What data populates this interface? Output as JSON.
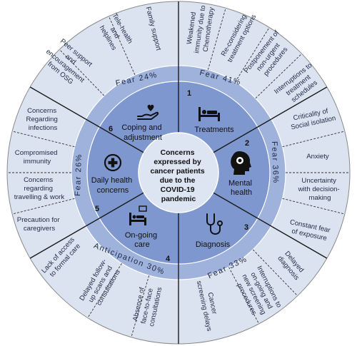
{
  "center": {
    "lines": [
      "Concerns",
      "expressed by",
      "cancer patients",
      "due to the",
      "COVID-19",
      "pandemic"
    ]
  },
  "themes": [
    {
      "number": "1",
      "lines": [
        "Treatments"
      ],
      "fear": "Fear 41%",
      "icon": "hospital-bed-icon"
    },
    {
      "number": "2",
      "lines": [
        "Mental",
        "health"
      ],
      "fear": "Fear 36%",
      "icon": "head-virus-icon"
    },
    {
      "number": "3",
      "lines": [
        "Diagnosis"
      ],
      "fear": "Fear 33%",
      "icon": "stethoscope-icon"
    },
    {
      "number": "4",
      "lines": [
        "On-going",
        "care"
      ],
      "fear": "Anticipation 30%",
      "icon": "hospital-bed-monitor-icon"
    },
    {
      "number": "5",
      "lines": [
        "Daily health",
        "concerns"
      ],
      "fear": "Fear 26%",
      "icon": "medical-cross-icon"
    },
    {
      "number": "6",
      "lines": [
        "Coping and",
        "adjustment"
      ],
      "fear": "Fear 24%",
      "icon": "caring-hand-icon"
    }
  ],
  "outer_items": [
    {
      "name": "weakened-immunity",
      "lines": [
        "Weakened",
        "immunity due to",
        "Chemotherapy"
      ]
    },
    {
      "name": "reconsidering-treatment",
      "lines": [
        "Re-considering",
        "treatment options"
      ]
    },
    {
      "name": "postponement",
      "lines": [
        "Postponement of",
        "non-urgent",
        "procedures"
      ]
    },
    {
      "name": "interruptions-treatment",
      "lines": [
        "Interruptions to",
        "treatment",
        "schedules"
      ]
    },
    {
      "name": "social-isolation",
      "lines": [
        "Criticality of",
        "Social isolation"
      ]
    },
    {
      "name": "anxiety",
      "lines": [
        "Anxiety"
      ]
    },
    {
      "name": "uncertainty",
      "lines": [
        "Uncertainty",
        "with decision-",
        "making"
      ]
    },
    {
      "name": "fear-of-exposure",
      "lines": [
        "Constant fear",
        "of exposure"
      ]
    },
    {
      "name": "delayed-diagnosis",
      "lines": [
        "Delayed",
        "diagnosis"
      ]
    },
    {
      "name": "interruptions-screening",
      "lines": [
        "Interruptions to",
        "on-going and",
        "new screening",
        "procedures"
      ]
    },
    {
      "name": "screening-delays",
      "lines": [
        "Cancer",
        "screening delays"
      ]
    },
    {
      "name": "absence-face-to-face",
      "lines": [
        "Absence of",
        "face-to-face",
        "consultations"
      ]
    },
    {
      "name": "delayed-follow-up",
      "lines": [
        "Delayed follow-",
        "up scans and",
        "consultations"
      ]
    },
    {
      "name": "lack-of-access",
      "lines": [
        "Lack of access",
        "to formal care"
      ]
    },
    {
      "name": "precaution-caregivers",
      "lines": [
        "Precaution for",
        "caregivers"
      ]
    },
    {
      "name": "travelling-work",
      "lines": [
        "Concerns",
        "regarding",
        "travelling & work"
      ]
    },
    {
      "name": "compromised-immunity",
      "lines": [
        "Compromised",
        "immunity"
      ]
    },
    {
      "name": "infections",
      "lines": [
        "Concerns",
        "Regarding",
        "infections"
      ]
    },
    {
      "name": "peer-support",
      "lines": [
        "Peer support",
        "and",
        "encouragement",
        "from OSG"
      ]
    },
    {
      "name": "tele-health",
      "lines": [
        "Tele-health",
        "and",
        "helplines"
      ]
    },
    {
      "name": "family-support",
      "lines": [
        "Family support"
      ]
    }
  ],
  "colors": {
    "outer_ring": "#dbe3f1",
    "fear_ring": "#9fb2dc",
    "theme_ring": "#7f97cf",
    "center": "#dde4f2",
    "lines": "#1a1a1a"
  }
}
